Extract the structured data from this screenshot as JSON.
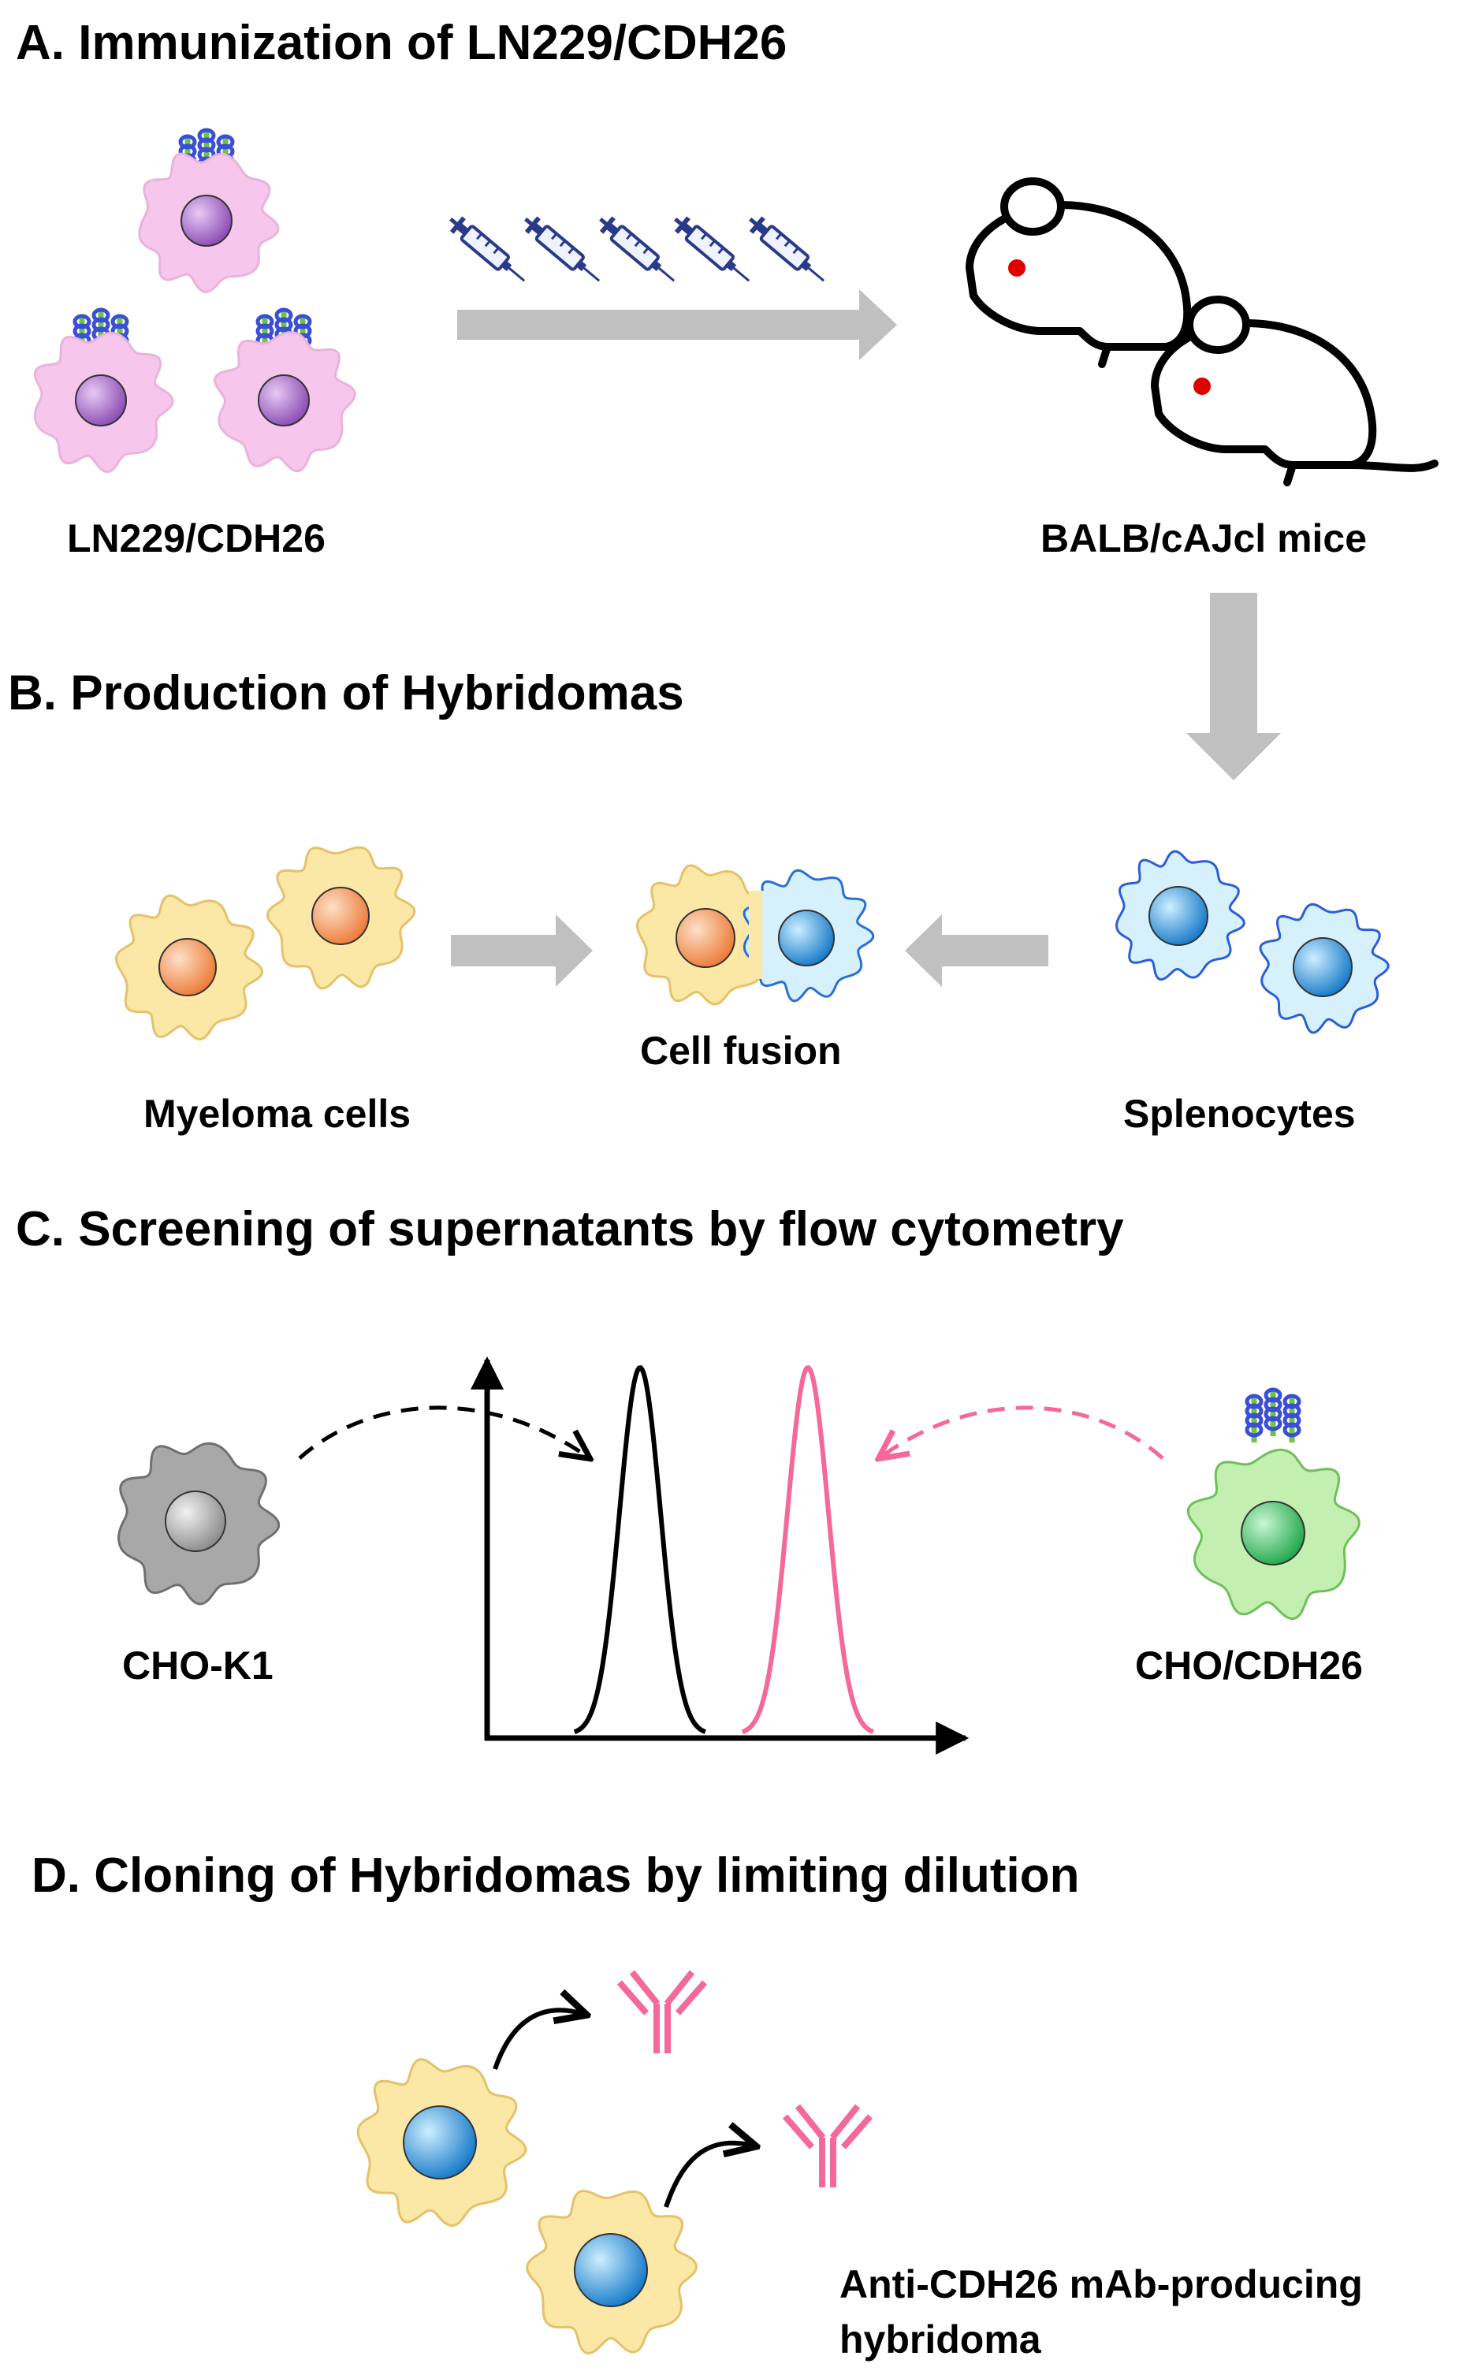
{
  "sections": {
    "a": {
      "title": "A. Immunization of LN229/CDH26",
      "cell_label": "LN229/CDH26",
      "mice_label": "BALB/cAJcl mice"
    },
    "b": {
      "title": "B. Production of Hybridomas",
      "myeloma_label": "Myeloma cells",
      "fusion_label": "Cell fusion",
      "splenocyte_label": "Splenocytes"
    },
    "c": {
      "title": "C. Screening of supernatants by flow cytometry",
      "control_label": "CHO-K1",
      "target_label": "CHO/CDH26"
    },
    "d": {
      "title": "D. Cloning of Hybridomas by limiting dilution",
      "product_label_line1": "Anti-CDH26 mAb-producing",
      "product_label_line2": "hybridoma"
    }
  },
  "colors": {
    "ln229_cell": "#f7c6ec",
    "ln229_nucleus": "#8a4ab3",
    "myeloma_cell": "#fbe7a6",
    "myeloma_nucleus": "#f08a4b",
    "splenocyte_cell": "#d6f1fb",
    "splenocyte_nucleus": "#1d8fd8",
    "cho_k1_cell": "#a8a8a8",
    "cho_cdh26_cell": "#c3f0b0",
    "cho_cdh26_nucleus": "#2fbf5b",
    "receptor_blue": "#3a4fd6",
    "receptor_green": "#6fc24a",
    "arrow_gray": "#c0c0c0",
    "histogram_pink": "#f4689a",
    "antibody_pink": "#f4689a",
    "mouse_eye": "#e00000"
  }
}
